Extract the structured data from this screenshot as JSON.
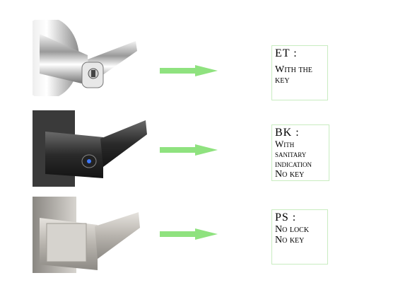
{
  "rows": [
    {
      "code": "ET :",
      "lines": [
        "With the",
        "key"
      ],
      "finish": "chrome"
    },
    {
      "code": "BK :",
      "lines": [
        "With",
        "sanitary",
        "indication",
        "No key"
      ],
      "finish": "black"
    },
    {
      "code": "PS :",
      "lines": [
        "No lock",
        "No key"
      ],
      "finish": "satin-nickel"
    }
  ],
  "colors": {
    "arrow": "#8fe27f",
    "card_border": "#c8ecc0"
  }
}
